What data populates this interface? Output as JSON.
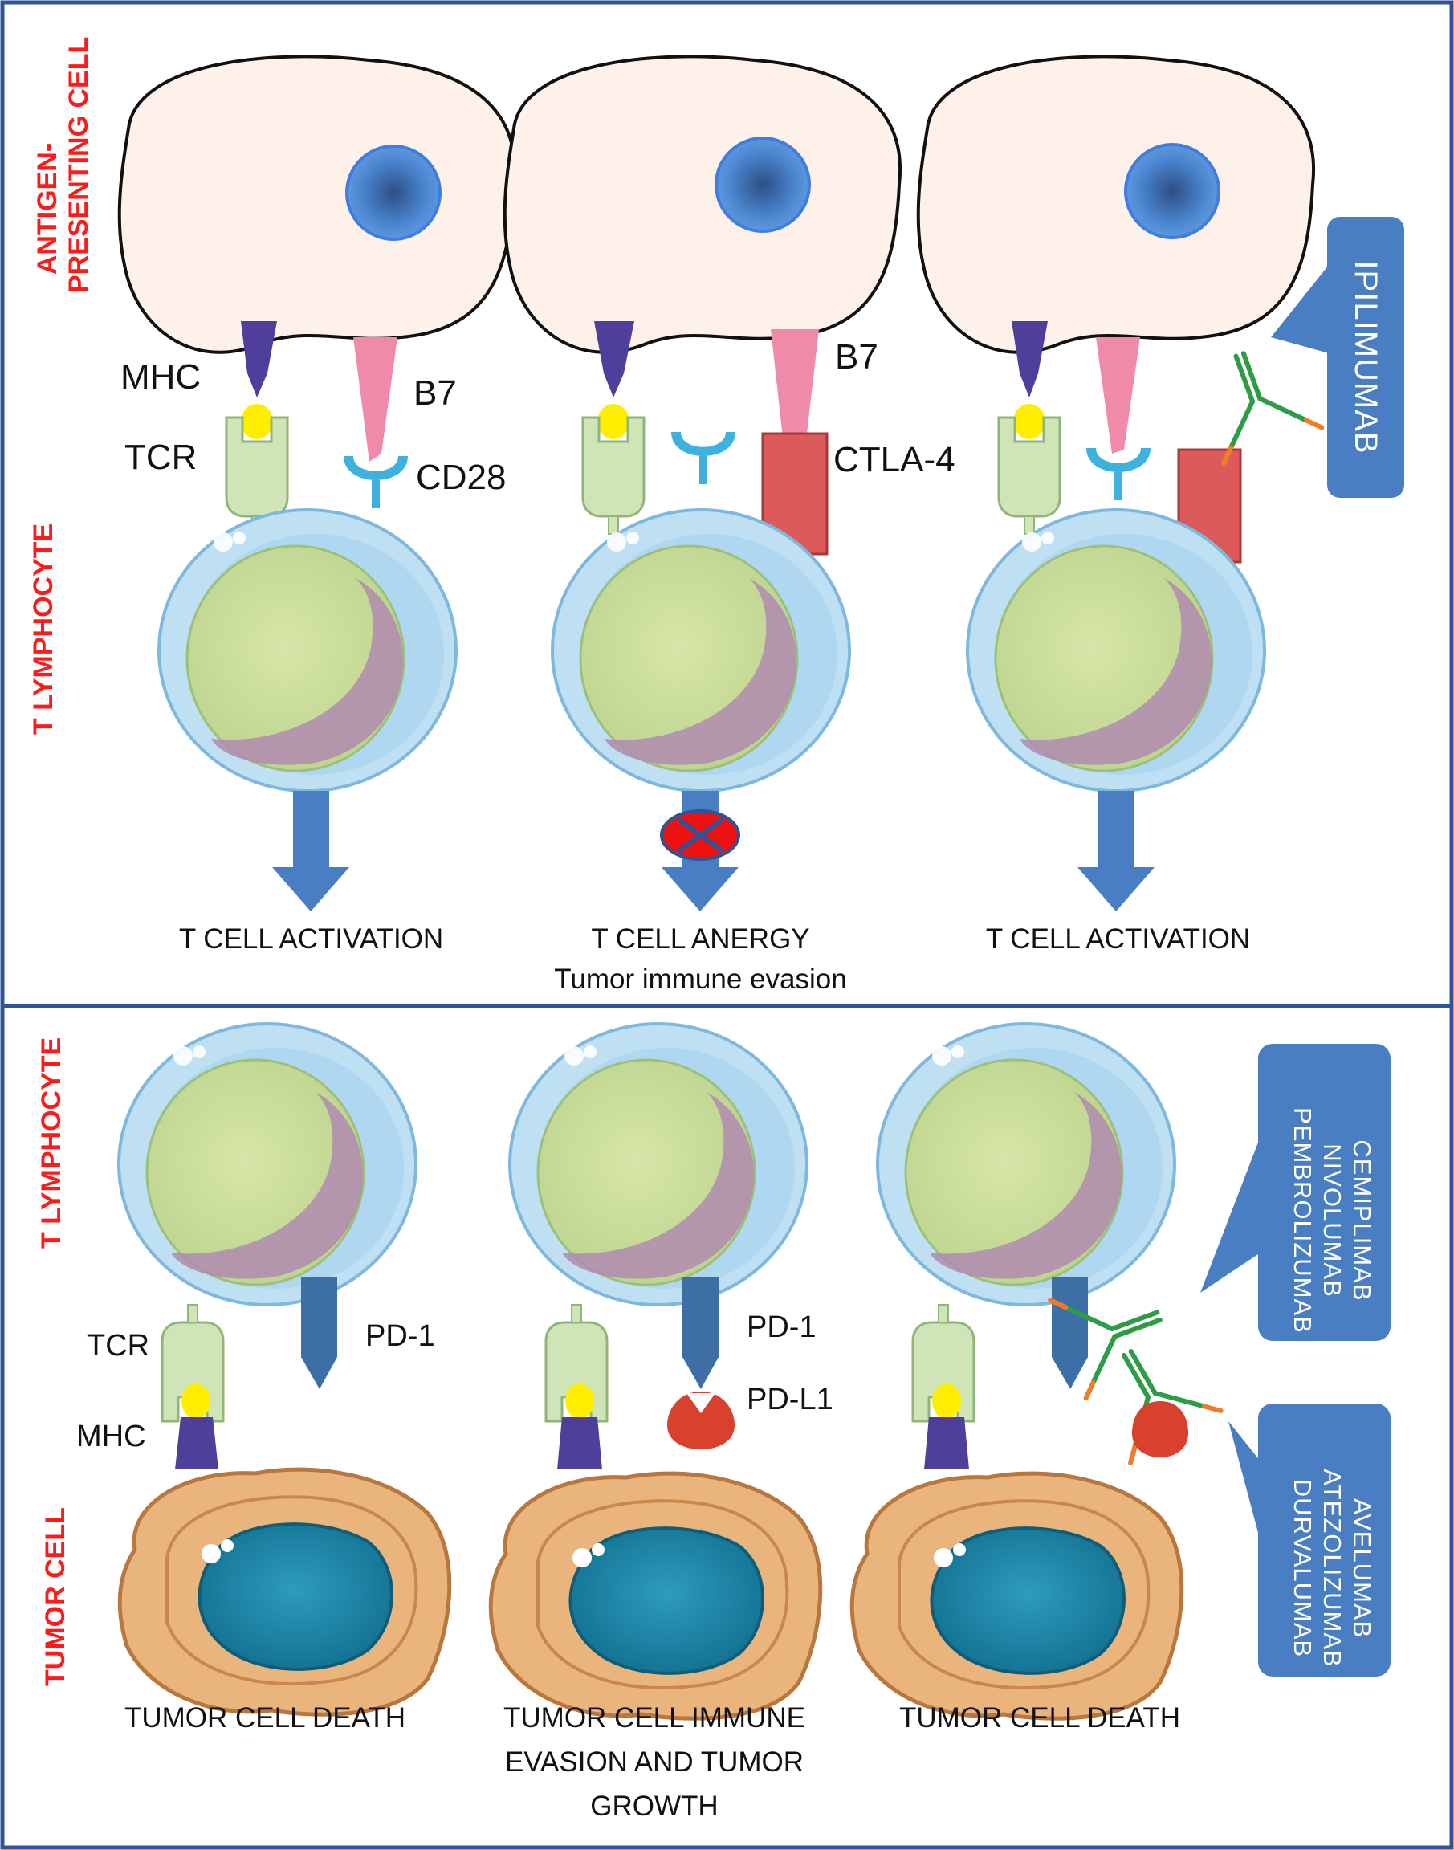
{
  "side_labels": {
    "apc": [
      "ANTIGEN-",
      "PRESENTING CELL"
    ],
    "t_lymph_top": "T LYMPHOCYTE",
    "t_lymph_bottom": "T LYMPHOCYTE",
    "tumor": "TUMOR CELL"
  },
  "top_panel": {
    "mhc": "MHC",
    "tcr": "TCR",
    "b7_left": "B7",
    "cd28": "CD28",
    "b7_mid": "B7",
    "ctla4": "CTLA-4",
    "drug": "IPILIMUMAB",
    "captions": {
      "left": "T CELL ACTIVATION",
      "mid_line1": "T CELL ANERGY",
      "mid_line2": "Tumor immune evasion",
      "right": "T CELL ACTIVATION"
    }
  },
  "bottom_panel": {
    "tcr": "TCR",
    "mhc": "MHC",
    "pd1_left": "PD-1",
    "pd1_mid": "PD-1",
    "pdl1": "PD-L1",
    "drugs_pd1": [
      "CEMIPLIMAB",
      "NIVOLUMAB",
      "PEMBROLIZUMAB"
    ],
    "drugs_pdl1": [
      "AVELUMAB",
      "ATEZOLIZUMAB",
      "DURVALUMAB"
    ],
    "captions": {
      "left": "TUMOR CELL DEATH",
      "mid_line1": "TUMOR CELL IMMUNE",
      "mid_line2": "EVASION AND TUMOR",
      "mid_line3": "GROWTH",
      "right": "TUMOR CELL DEATH"
    }
  },
  "colors": {
    "frame": "#2f5496",
    "side_label": "#ff1a1a",
    "drug_box": "#4a7ec2",
    "arrow": "#4a7ec2",
    "apc_fill": "#fdf1ea",
    "mhc": "#4f3e9a",
    "b7": "#ef8aa8",
    "tcr": "#cfe5b8",
    "cd28": "#3eb1df",
    "ctla4": "#dd5a5a",
    "pd1": "#3d6fa6",
    "pdl1": "#d9412f",
    "tumor_fill": "#e9b57c",
    "tumor_nucleus": "#1a8fb5"
  }
}
